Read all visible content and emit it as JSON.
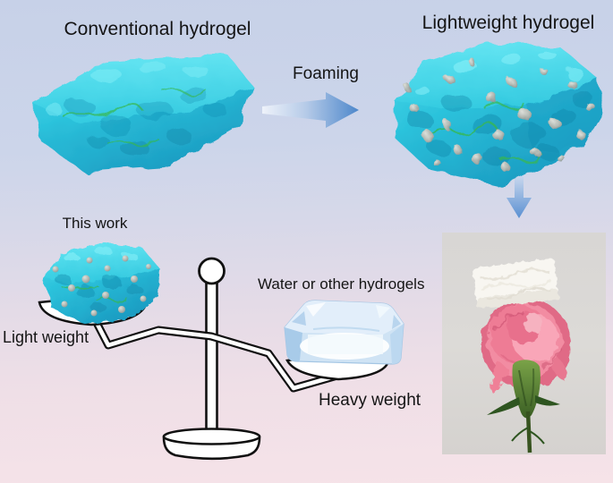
{
  "labels": {
    "conventional_title": "Conventional hydrogel",
    "lightweight_title": "Lightweight hydrogel",
    "foaming": "Foaming",
    "this_work": "This work",
    "light_weight": "Light weight",
    "water_or_other": "Water or other hydrogels",
    "heavy_weight": "Heavy weight"
  },
  "icons": {
    "foaming_arrow": "right-arrow",
    "down_arrow": "down-arrow"
  },
  "colors": {
    "background_top": "#c7d1e8",
    "background_bottom": "#f6e3e8",
    "hydrogel_cyan": "#2cc3dc",
    "hydrogel_highlight": "#7deef8",
    "hydrogel_deep": "#1795ba",
    "pore_gray": "#9aa4a6",
    "vein_green": "#37b84b",
    "arrow_blue": "#4d87cb",
    "outline_black": "#111111",
    "ice_blue": "#cfe3f4",
    "photo_background": "#d9d7d5",
    "foam_white": "#f8f6f1",
    "flower_pink": "#ee7e95",
    "stem_green": "#37531f"
  }
}
